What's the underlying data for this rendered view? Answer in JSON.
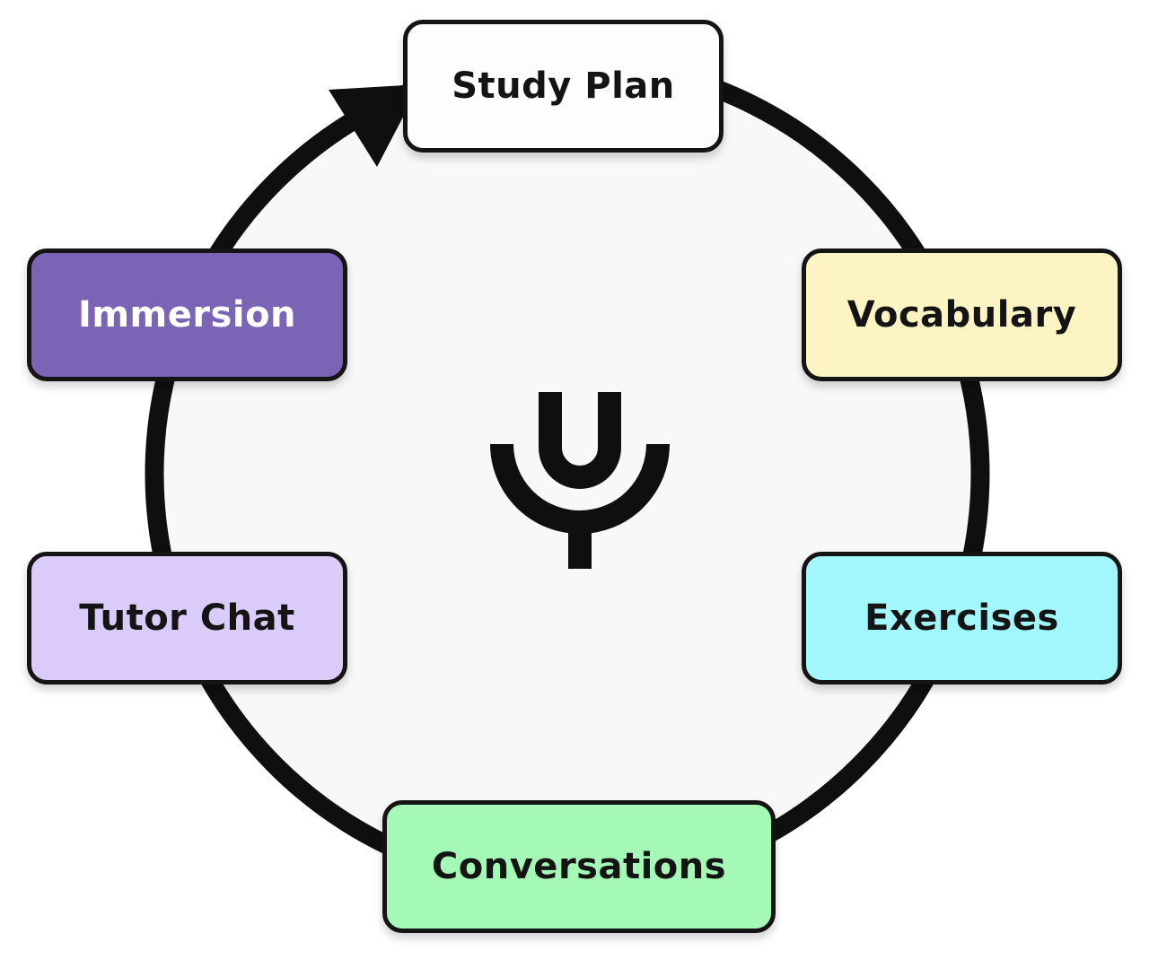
{
  "diagram": {
    "nodes": [
      {
        "id": "study-plan",
        "label": "Study Plan",
        "bg": "#fdfdfd",
        "color": "#141414"
      },
      {
        "id": "vocabulary",
        "label": "Vocabulary",
        "bg": "#fcf4c2",
        "color": "#141414"
      },
      {
        "id": "exercises",
        "label": "Exercises",
        "bg": "#a2f7fc",
        "color": "#141414"
      },
      {
        "id": "conversations",
        "label": "Conversations",
        "bg": "#a4f9b6",
        "color": "#141414"
      },
      {
        "id": "tutor-chat",
        "label": "Tutor Chat",
        "bg": "#dacbfb",
        "color": "#141414"
      },
      {
        "id": "immersion",
        "label": "Immersion",
        "bg": "#7b63b6",
        "color": "#ffffff"
      }
    ],
    "flow": "clockwise cycle returning to Study Plan",
    "center_icon": "tuning-fork-logo-icon",
    "colors": {
      "ring": "#0f0f0f",
      "inner_fill": "#f8f8f8",
      "border": "#141414"
    }
  }
}
